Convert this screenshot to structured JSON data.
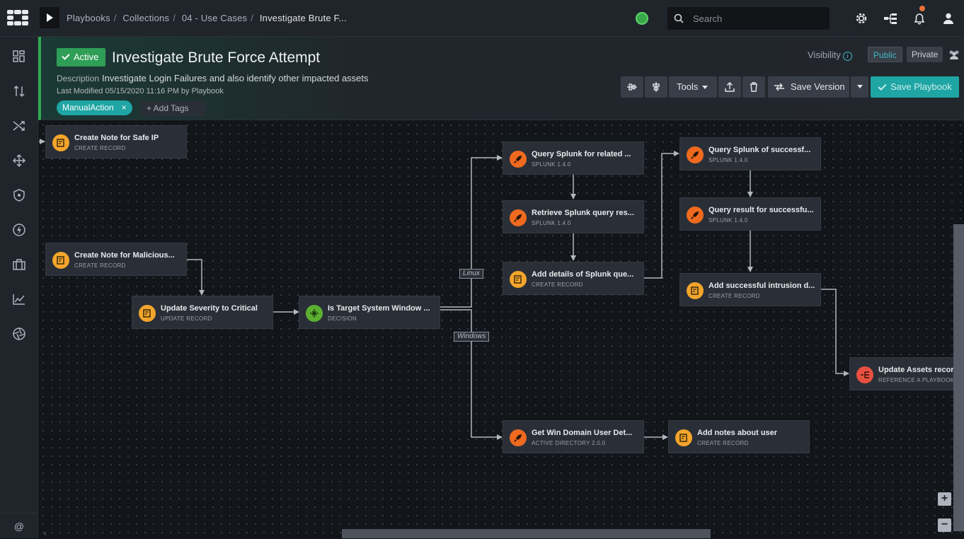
{
  "topbar": {
    "breadcrumb": [
      "Playbooks",
      "Collections",
      "04 - Use Cases",
      "Investigate Brute F..."
    ],
    "separator": "/",
    "search_placeholder": "Search"
  },
  "header": {
    "status": "Active",
    "title": "Investigate Brute Force Attempt",
    "description_label": "Description",
    "description": "Investigate Login Failures and also identify other impacted assets",
    "last_modified": "Last Modified 05/15/2020 11:16 PM by Playbook",
    "tag": "ManualAction",
    "tag_remove": "×",
    "add_tags": "+ Add Tags",
    "visibility_label": "Visibility",
    "visibility_public": "Public",
    "visibility_private": "Private",
    "tools_label": "Tools",
    "save_version": "Save Version",
    "save_playbook": "Save Playbook"
  },
  "sidebar": {
    "bottom_label": "@"
  },
  "canvas": {
    "nodes": [
      {
        "title": "Create Note for Safe IP",
        "subtitle": "CREATE RECORD"
      },
      {
        "title": "Create Note for Malicious...",
        "subtitle": "CREATE RECORD"
      },
      {
        "title": "Update Severity to Critical",
        "subtitle": "UPDATE RECORD"
      },
      {
        "title": "Is Target System Window ...",
        "subtitle": "DECISION"
      },
      {
        "title": "Query Splunk for related ...",
        "subtitle": "SPLUNK 1.4.0"
      },
      {
        "title": "Retrieve Splunk query res...",
        "subtitle": "SPLUNK 1.4.0"
      },
      {
        "title": "Add details of Splunk que...",
        "subtitle": "CREATE RECORD"
      },
      {
        "title": "Query Splunk of successf...",
        "subtitle": "SPLUNK 1.4.0"
      },
      {
        "title": "Query result for successfu...",
        "subtitle": "SPLUNK 1.4.0"
      },
      {
        "title": "Add successful intrusion d...",
        "subtitle": "CREATE RECORD"
      },
      {
        "title": "Update Assets record",
        "subtitle": "REFERENCE A PLAYBOOK"
      },
      {
        "title": "Get Win Domain User Det...",
        "subtitle": "ACTIVE DIRECTORY 2.0.0"
      },
      {
        "title": "Add notes about user",
        "subtitle": "CREATE RECORD"
      }
    ],
    "edge_labels": {
      "linux": "Linux",
      "windows": "Windows"
    },
    "zoom_in": "+",
    "zoom_out": "−"
  },
  "colors": {
    "accent": "#1fa5a3",
    "active_green": "#2f9e56",
    "record_icon": "#f4a52b",
    "connector_icon": "#ef6a1f",
    "decision_icon": "#5cb030",
    "reference_icon": "#e8513f"
  }
}
